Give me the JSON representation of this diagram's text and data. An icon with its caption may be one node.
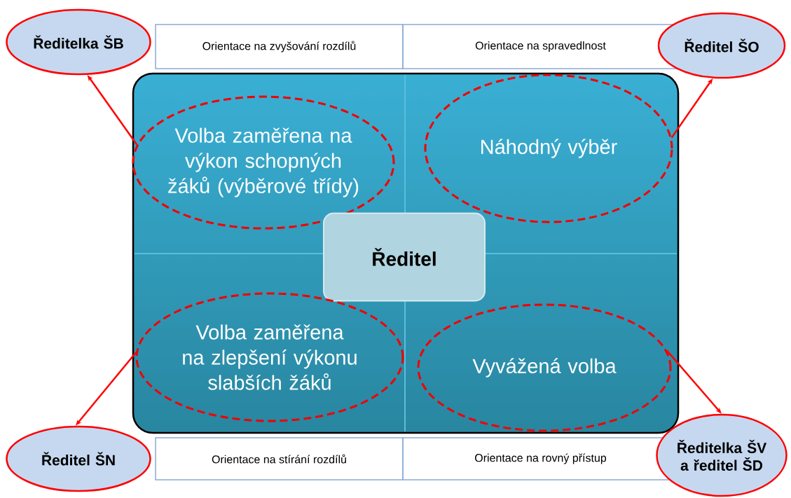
{
  "diagram": {
    "nodes": [
      {
        "text": [
          "Ředitelka ŠB"
        ]
      },
      {
        "text": [
          "Ředitel ŠO"
        ]
      },
      {
        "text": [
          "Volba zaměřena na výkon schopných žáků (výběrové třídy)"
        ]
      },
      {
        "text": [
          "Náhodný výběr"
        ]
      },
      {
        "text": [
          "Ředitel"
        ]
      },
      {
        "text": [
          "Volba zaměřena na zlepšení výkonu slabších žáků"
        ]
      },
      {
        "text": [
          "Vyvážená volba"
        ]
      },
      {
        "text": [
          "Ředitel ŠN"
        ]
      },
      {
        "text": [
          "Ředitelka ŠV a ředitel ŠD"
        ]
      }
    ],
    "edges": [
      {
        "from": 2,
        "to": 0,
        "arrow": "to"
      },
      {
        "from": 3,
        "to": 1,
        "arrow": "to"
      },
      {
        "from": 5,
        "to": 7,
        "arrow": "to"
      },
      {
        "from": 6,
        "to": 8,
        "arrow": "to"
      }
    ],
    "labels": [
      "Orientace na zvyšování rozdílů",
      "Orientace na  spravedlnost",
      "Orientace na stírání rozdílů",
      "Orientace na rovný přístup"
    ]
  }
}
